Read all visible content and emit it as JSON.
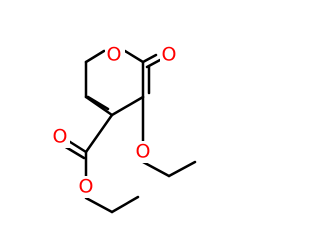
{
  "molecule": {
    "atoms": [
      {
        "id": "o-ring",
        "symbol": "O"
      },
      {
        "id": "o-carbonyl-ring",
        "symbol": "O"
      },
      {
        "id": "o-ester-carbonyl",
        "symbol": "O"
      },
      {
        "id": "o-ester",
        "symbol": "O"
      },
      {
        "id": "o-ethoxy",
        "symbol": "O"
      }
    ],
    "colors": {
      "bond": "#000000",
      "oxygen": "#ff0000"
    }
  }
}
